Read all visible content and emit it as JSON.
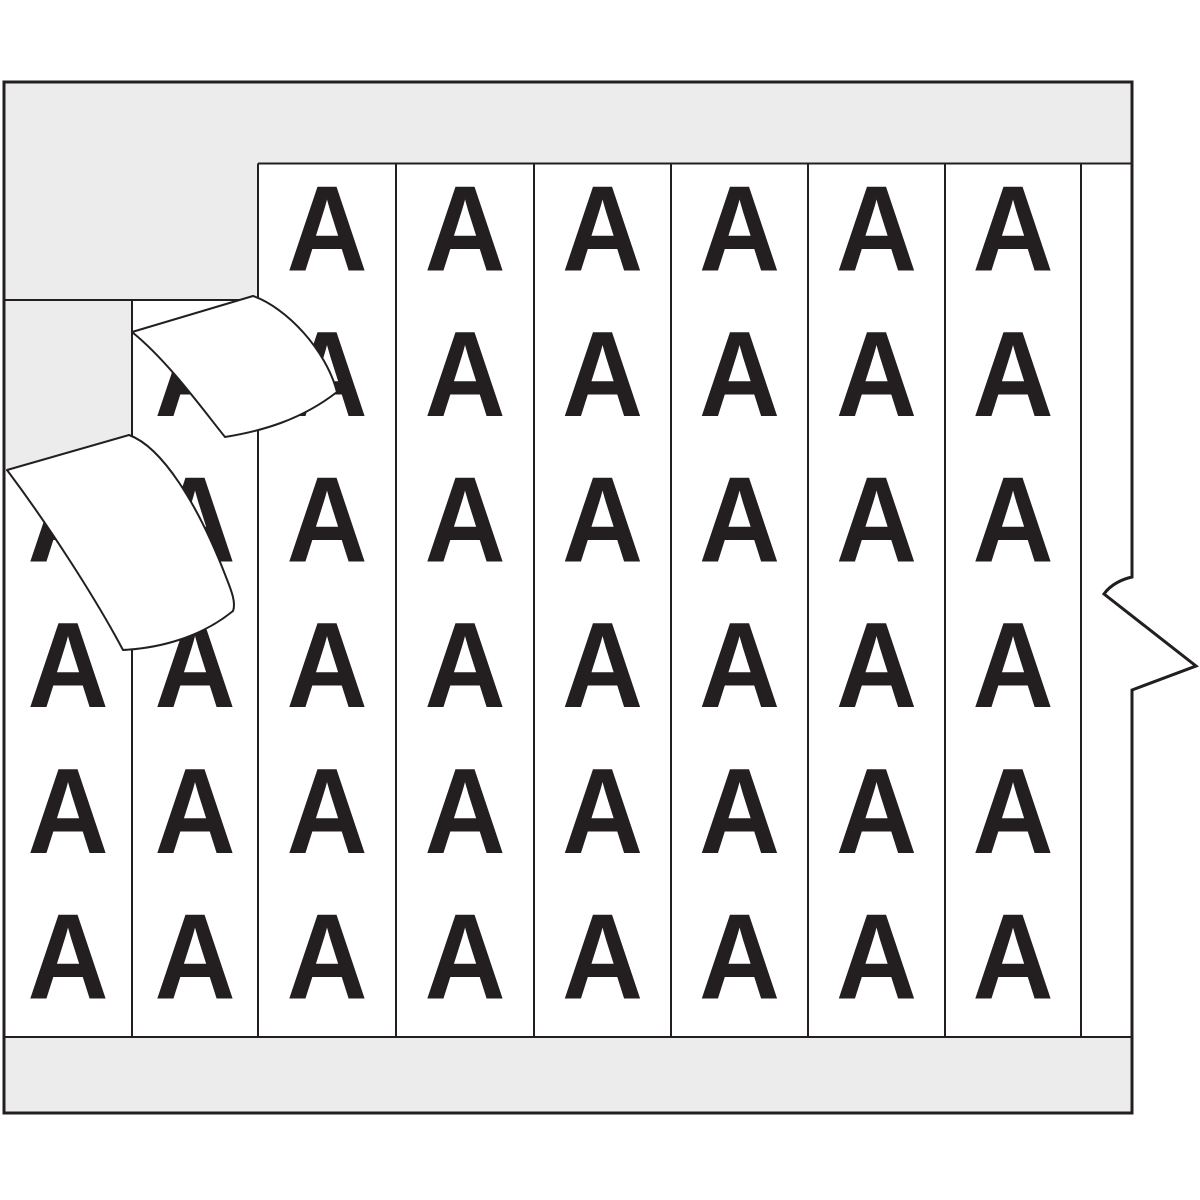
{
  "illustration": {
    "description": "Wire marker card illustration with repeated letter labels, two peeling labels and a right-edge pull-tab arrow",
    "page_background": "#ffffff"
  },
  "card": {
    "label_letter": "A",
    "letter_color": "#231f20",
    "outline_color": "#231f20",
    "liner_color": "#ececec",
    "label_face_color": "#ffffff",
    "columns": 8,
    "rows": 6,
    "letters_visible_count": 45,
    "blank_strip_on_right": true,
    "missing_label_cells": [
      {
        "col": 1,
        "row": 1
      },
      {
        "col": 2,
        "row": 1
      },
      {
        "col": 1,
        "row": 2
      }
    ],
    "peeling_labels": [
      {
        "name": "upper-peeling-label",
        "cell": {
          "col": 2,
          "row": 2
        }
      },
      {
        "name": "lower-peeling-label",
        "cell": {
          "col": 1,
          "row": 3
        }
      }
    ],
    "pull_tab": {
      "side": "right",
      "shape": "arrow-notch"
    }
  }
}
